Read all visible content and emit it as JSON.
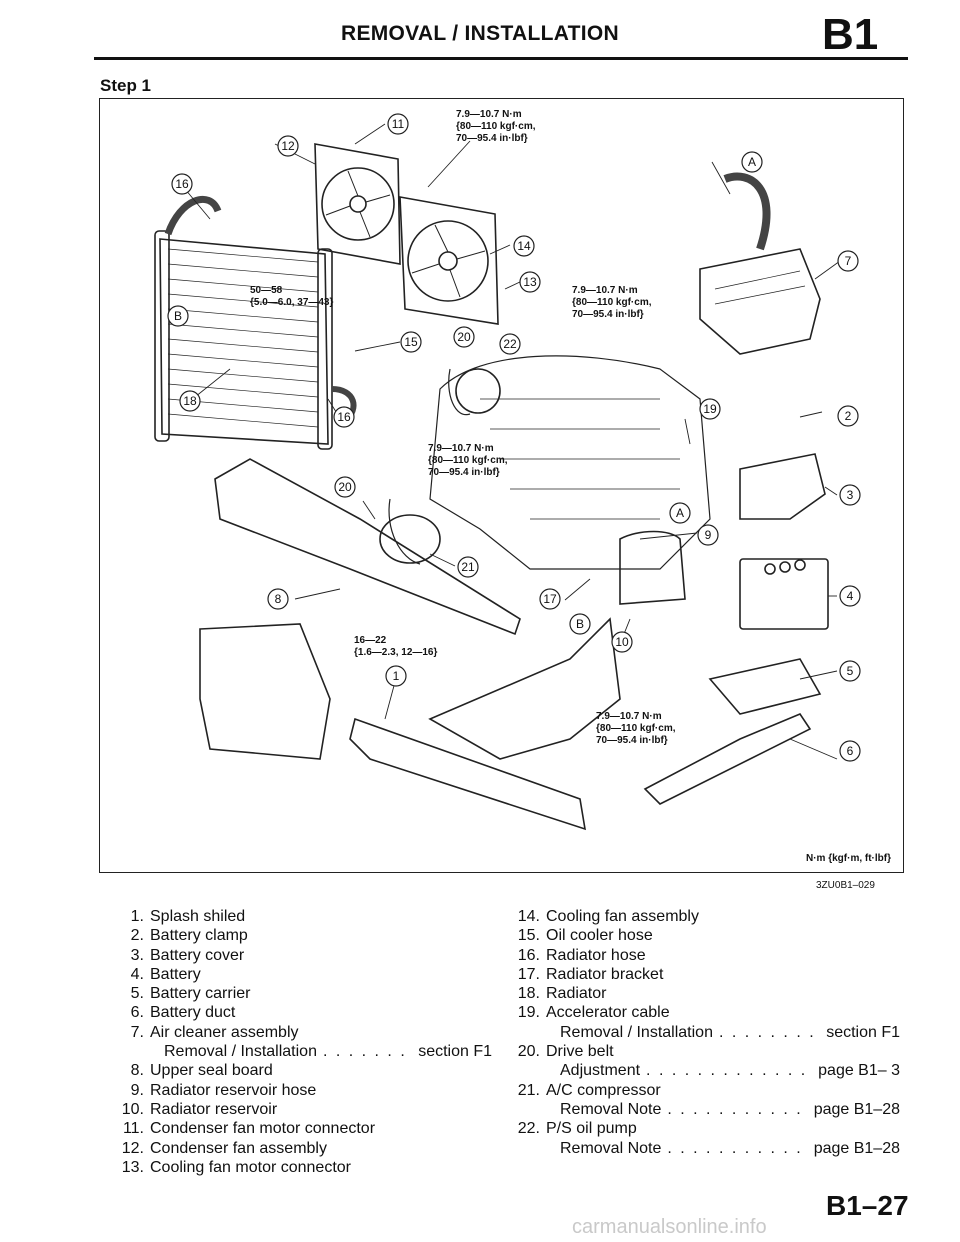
{
  "header": {
    "title": "REMOVAL / INSTALLATION",
    "section_code": "B1"
  },
  "step_label": "Step 1",
  "figure": {
    "torque_labels": [
      "7.9—10.7 N·m\n{80—110 kgf·cm,\n70—95.4 in·lbf}",
      "50—58\n{5.0—6.0, 37—43}",
      "7.9—10.7 N·m\n{80—110 kgf·cm,\n70—95.4 in·lbf}",
      "7.9—10.7 N·m\n{80—110 kgf·cm,\n70—95.4 in·lbf}",
      "16—22\n{1.6—2.3, 12—16}",
      "7.9—10.7 N·m\n{80—110 kgf·cm,\n70—95.4 in·lbf}"
    ],
    "callouts": [
      "1",
      "2",
      "3",
      "4",
      "5",
      "6",
      "7",
      "8",
      "9",
      "10",
      "11",
      "12",
      "13",
      "14",
      "15",
      "16",
      "16",
      "17",
      "18",
      "19",
      "20",
      "20",
      "21",
      "22",
      "A",
      "A",
      "B",
      "B"
    ],
    "unit_note": "N·m {kgf·m, ft·lbf}",
    "figure_code": "3ZU0B1–029"
  },
  "legend_left": [
    {
      "num": "1.",
      "text": "Splash shiled"
    },
    {
      "num": "2.",
      "text": "Battery clamp"
    },
    {
      "num": "3.",
      "text": "Battery cover"
    },
    {
      "num": "4.",
      "text": "Battery"
    },
    {
      "num": "5.",
      "text": "Battery carrier"
    },
    {
      "num": "6.",
      "text": "Battery duct"
    },
    {
      "num": "7.",
      "text": "Air cleaner assembly",
      "sub_text": "Removal / Installation",
      "sub_ref": "section F1"
    },
    {
      "num": "8.",
      "text": "Upper seal board"
    },
    {
      "num": "9.",
      "text": "Radiator reservoir hose"
    },
    {
      "num": "10.",
      "text": "Radiator reservoir"
    },
    {
      "num": "11.",
      "text": "Condenser fan motor connector"
    },
    {
      "num": "12.",
      "text": "Condenser fan assembly"
    },
    {
      "num": "13.",
      "text": "Cooling fan motor connector"
    }
  ],
  "legend_right": [
    {
      "num": "14.",
      "text": "Cooling fan assembly"
    },
    {
      "num": "15.",
      "text": "Oil cooler hose"
    },
    {
      "num": "16.",
      "text": "Radiator hose"
    },
    {
      "num": "17.",
      "text": "Radiator bracket"
    },
    {
      "num": "18.",
      "text": "Radiator"
    },
    {
      "num": "19.",
      "text": "Accelerator cable",
      "sub_text": "Removal / Installation",
      "sub_ref": "section F1"
    },
    {
      "num": "20.",
      "text": "Drive belt",
      "sub_text": "Adjustment",
      "sub_ref": "page B1– 3"
    },
    {
      "num": "21.",
      "text": "A/C compressor",
      "sub_text": "Removal Note",
      "sub_ref": "page B1–28"
    },
    {
      "num": "22.",
      "text": "P/S oil pump",
      "sub_text": "Removal Note",
      "sub_ref": "page B1–28"
    }
  ],
  "page_number": "B1–27",
  "watermark": "carmanualsonline.info"
}
